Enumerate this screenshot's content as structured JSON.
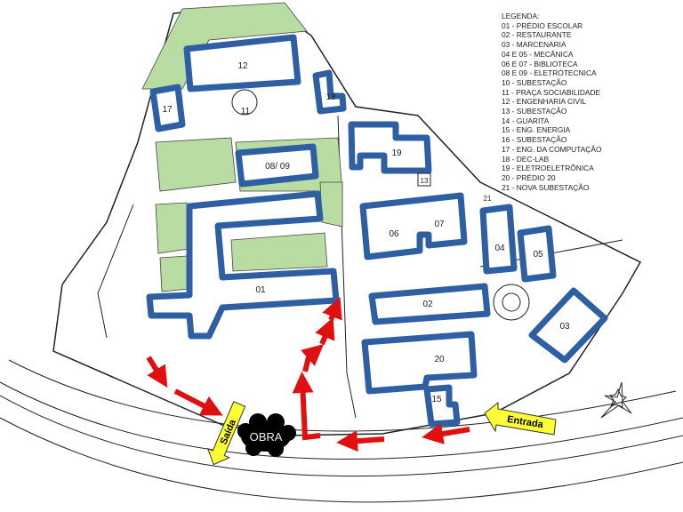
{
  "legend": {
    "title": "LEGENDA:",
    "items": [
      "01 - PRÉDIO ESCOLAR",
      "02 - RESTAURANTE",
      "03 - MARCENARIA",
      "04 E 05 - MECÂNICA",
      "06 E 07 - BIBLIOTECA",
      "08 E 09 - ELETRÓTECNICA",
      "10 - SUBESTAÇÃO",
      "11 - PRAÇA SOCIABILIDADE",
      "12 - ENGENHARIA CIVIL",
      "13 - SUBESTAÇÃO",
      "14 - GUARITA",
      "15 - ENG. ENERGIA",
      "16 - SUBESTAÇÃO",
      "17 - ENG. DA COMPUTAÇÃO",
      "18 - DEC-LAB",
      "19 - ELETROELETRÔNICA",
      "20 - PRÉDIO 20",
      "21 - NOVA SUBESTAÇÃO"
    ]
  },
  "buildings": {
    "b01": "01",
    "b02": "02",
    "b03": "03",
    "b04": "04",
    "b05": "05",
    "b06": "06",
    "b07": "07",
    "b0809": "08/ 09",
    "b11": "11",
    "b12": "12",
    "b13": "13",
    "b15": "15",
    "b17": "17",
    "b18": "18",
    "b19": "19",
    "b20": "20",
    "b21": "21"
  },
  "markers": {
    "obra": "OBRA",
    "entrada": "Entrada",
    "saida": "Saída"
  },
  "colors": {
    "building_outline": "#2f5fa3",
    "route_arrow": "#e01010",
    "sign_arrow": "#ffff33",
    "green_area": "#b9dca3"
  }
}
